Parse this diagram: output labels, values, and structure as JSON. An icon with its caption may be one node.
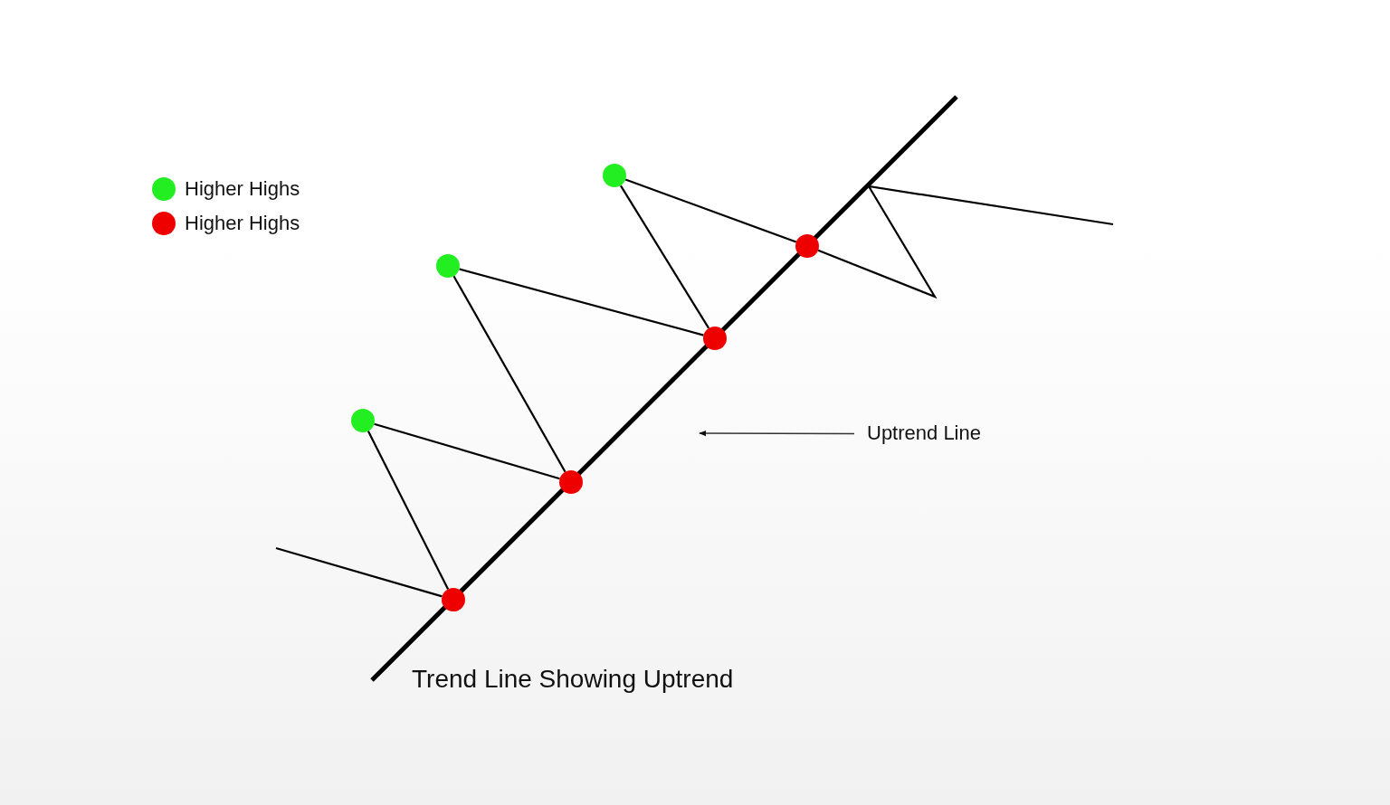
{
  "diagram": {
    "caption": "Trend Line Showing Uptrend",
    "nodes": [
      {
        "text": [],
        "shape": "circle"
      },
      {
        "text": [],
        "shape": "circle"
      },
      {
        "text": [],
        "shape": "circle"
      },
      {
        "text": [],
        "shape": "circle"
      },
      {
        "text": [],
        "shape": "circle"
      },
      {
        "text": [],
        "shape": "circle"
      },
      {
        "text": [],
        "shape": "circle"
      },
      {
        "text": [
          "Uptrend Line"
        ]
      }
    ],
    "edges": [
      {
        "from": null,
        "to": 0,
        "arrow": "none"
      },
      {
        "from": 0,
        "to": 1,
        "arrow": "none"
      },
      {
        "from": 1,
        "to": 2,
        "arrow": "none"
      },
      {
        "from": 2,
        "to": 3,
        "arrow": "none"
      },
      {
        "from": 3,
        "to": 4,
        "arrow": "none"
      },
      {
        "from": 4,
        "to": 5,
        "arrow": "none"
      },
      {
        "from": 5,
        "to": 6,
        "arrow": "none"
      },
      {
        "from": 6,
        "to": null,
        "arrow": "none"
      },
      {
        "from": 7,
        "to": null,
        "arrow": "to"
      }
    ],
    "legend": [
      {
        "text": "Higher Highs",
        "color": "#22ee22"
      },
      {
        "text": "Higher Highs",
        "color": "#ee0000"
      }
    ]
  }
}
